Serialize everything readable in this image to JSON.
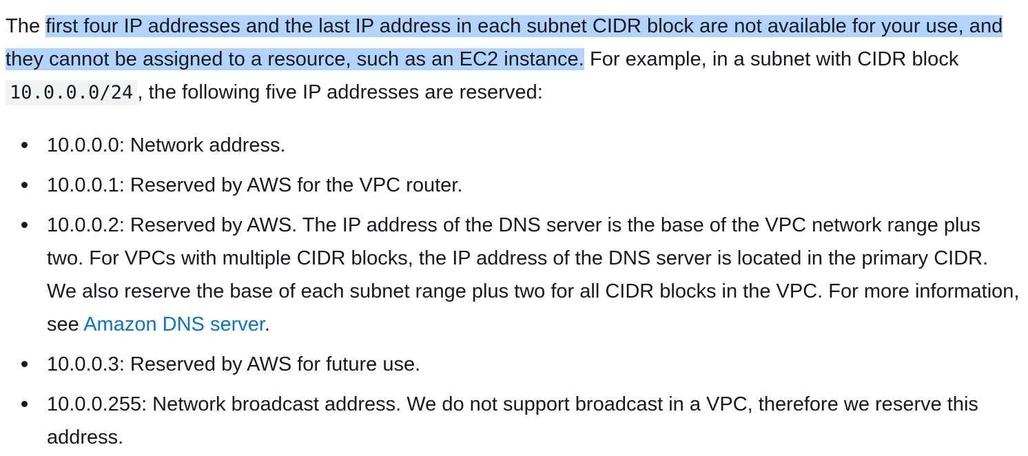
{
  "intro": {
    "prefix": "The ",
    "selected": "first four IP addresses and the last IP address in each subnet CIDR block are not available for your use, and they cannot be assigned to a resource, such as an EC2 instance.",
    "middle": " For example, in a subnet with CIDR block ",
    "code": "10.0.0.0/24",
    "suffix": ", the following five IP addresses are reserved:"
  },
  "items": [
    {
      "text": "10.0.0.0: Network address."
    },
    {
      "text": "10.0.0.1: Reserved by AWS for the VPC router."
    },
    {
      "text": "10.0.0.2: Reserved by AWS. The IP address of the DNS server is the base of the VPC network range plus two. For VPCs with multiple CIDR blocks, the IP address of the DNS server is located in the primary CIDR. We also reserve the base of each subnet range plus two for all CIDR blocks in the VPC. For more information, see ",
      "link": "Amazon DNS server",
      "after": "."
    },
    {
      "text": "10.0.0.3: Reserved by AWS for future use."
    },
    {
      "text": "10.0.0.255: Network broadcast address. We do not support broadcast in a VPC, therefore we reserve this address."
    }
  ],
  "colors": {
    "text": "#16191f",
    "selection": "#b3d3fb",
    "link": "#0972d3",
    "code_background": "#f2f3f3"
  }
}
